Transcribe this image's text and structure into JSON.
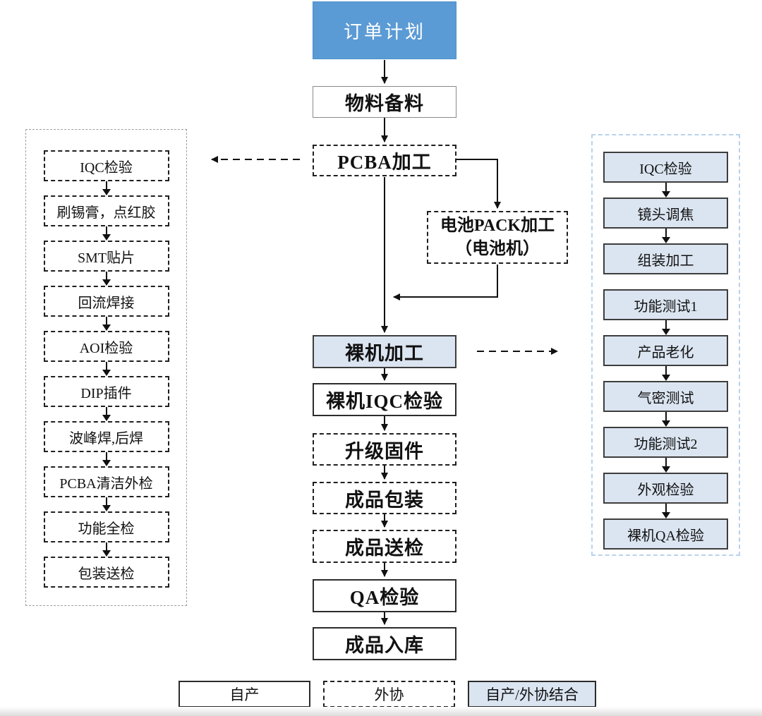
{
  "colors": {
    "primary_blue": "#5b9bd5",
    "light_blue_fill": "#dbe5f1",
    "right_panel_dash": "#b9d2ec",
    "left_panel_dash": "#9e9e9e",
    "line_black": "#111111"
  },
  "center_flow": {
    "nodes": [
      {
        "id": "order-plan",
        "label": "订单计划",
        "style": "primary"
      },
      {
        "id": "material-prep",
        "label": "物料备料",
        "style": "solid-thin"
      },
      {
        "id": "pcba-process",
        "label": "PCBA加工",
        "style": "dashed"
      },
      {
        "id": "bare-machine",
        "label": "裸机加工",
        "style": "highlight"
      },
      {
        "id": "bare-iqc",
        "label": "裸机IQC检验",
        "style": "solid"
      },
      {
        "id": "firmware",
        "label": "升级固件",
        "style": "dashed"
      },
      {
        "id": "packaging",
        "label": "成品包装",
        "style": "dashed"
      },
      {
        "id": "send-inspect",
        "label": "成品送检",
        "style": "dashed"
      },
      {
        "id": "qa-inspect",
        "label": "QA检验",
        "style": "solid"
      },
      {
        "id": "warehouse",
        "label": "成品入库",
        "style": "solid"
      }
    ],
    "branch_node": {
      "id": "battery-pack",
      "label_line1": "电池PACK加工",
      "label_line2": "（电池机）",
      "style": "dashed"
    }
  },
  "left_panel": {
    "items": [
      "IQC检验",
      "刷锡膏，点红胶",
      "SMT贴片",
      "回流焊接",
      "AOI检验",
      "DIP插件",
      "波峰焊,后焊",
      "PCBA清洁外检",
      "功能全检",
      "包装送检"
    ]
  },
  "right_panel": {
    "items": [
      "IQC检验",
      "镜头调焦",
      "组装加工",
      "功能测试1",
      "产品老化",
      "气密测试",
      "功能测试2",
      "外观检验",
      "裸机QA检验"
    ],
    "no_arrow_after_index": 2
  },
  "legend": {
    "items": [
      {
        "label": "自产",
        "style": "solid"
      },
      {
        "label": "外协",
        "style": "dashed"
      },
      {
        "label": "自产/外协结合",
        "style": "highlight"
      }
    ]
  }
}
